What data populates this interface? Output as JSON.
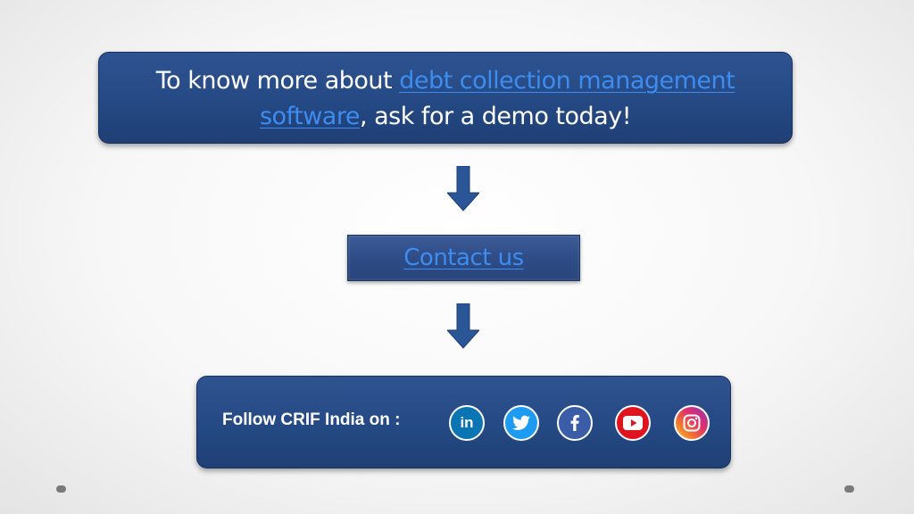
{
  "intro": {
    "prefix": "To know more about ",
    "link_text": "debt collection management software",
    "suffix": ", ask for a demo today!"
  },
  "contact": {
    "label": "Contact us"
  },
  "follow": {
    "label": "Follow CRIF India on :",
    "networks": [
      {
        "icon": "linkedin-icon",
        "glyph": "in"
      },
      {
        "icon": "twitter-icon"
      },
      {
        "icon": "facebook-icon"
      },
      {
        "icon": "youtube-icon"
      },
      {
        "icon": "instagram-icon"
      }
    ]
  },
  "colors": {
    "box_blue": "#254a85",
    "link_blue": "#3d8cf0",
    "arrow_blue": "#2a5596"
  }
}
